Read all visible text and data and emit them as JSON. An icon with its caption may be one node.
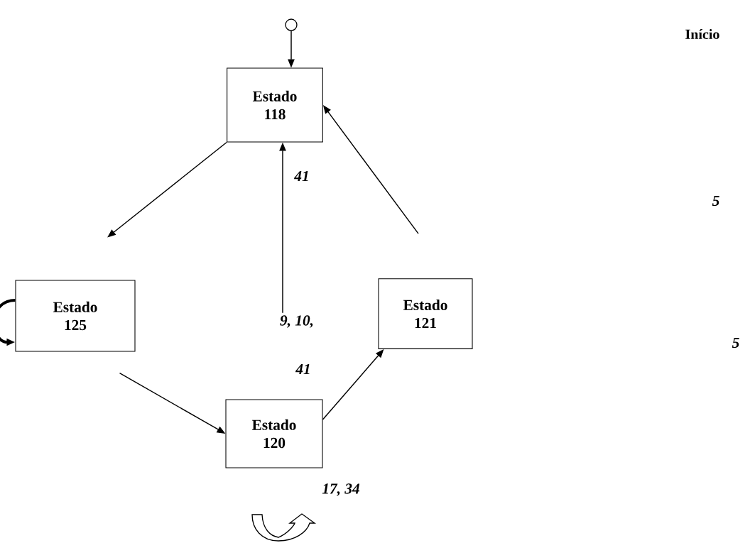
{
  "diagram": {
    "nodes": [
      {
        "text": [],
        "shape": "circle"
      },
      {
        "text": [
          "Estado 118"
        ]
      },
      {
        "text": [
          "Estado 125"
        ]
      },
      {
        "text": [
          "Estado 121"
        ]
      },
      {
        "text": [
          "Estado 120"
        ]
      },
      {
        "text": [
          "9, 10,"
        ]
      }
    ],
    "edges": [
      {
        "from": 0,
        "to": 1,
        "arrow": "to"
      },
      {
        "from": 1,
        "to": 2,
        "arrow": "to"
      },
      {
        "from": 2,
        "to": 4,
        "arrow": "to"
      },
      {
        "from": 4,
        "to": 3,
        "arrow": "to"
      },
      {
        "from": 3,
        "to": 1,
        "arrow": "to"
      },
      {
        "from": 5,
        "to": 1,
        "arrow": "to"
      },
      {
        "from": 2,
        "to": 2,
        "arrow": "to",
        "style": "thick"
      }
    ],
    "labels": [
      "Início",
      "5",
      "41",
      "5",
      "41",
      "17, 34"
    ]
  }
}
